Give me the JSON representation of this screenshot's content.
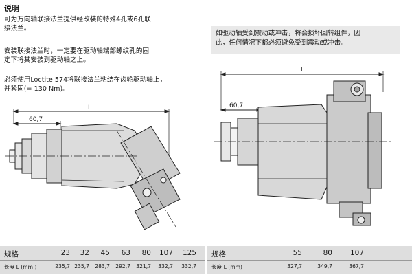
{
  "heading": "说明",
  "paragraphs": [
    [
      "可为万向轴联接法兰提供经改装的特殊4孔或6孔联",
      "接法兰。"
    ],
    [
      "安装联接法兰时，一定要在驱动轴端部螺纹孔的固",
      "定下将其安装到驱动轴之上。"
    ],
    [
      "必须使用Loctite 574将联接法兰粘结在齿轮驱动轴上，",
      "并紧固(= 130 Nm)。"
    ]
  ],
  "notice_lines": [
    "如驱动轴受到震动或冲击，将会损坏回转组件，因",
    "此，任何情况下都必须避免受到震动或冲击。"
  ],
  "left_drawing": {
    "dim_flange": "60,7",
    "dim_length": "L"
  },
  "right_drawing": {
    "dim_flange": "60,7",
    "dim_length": "L"
  },
  "left_table": {
    "size_label": "规格",
    "length_label": "长度 L (mm )",
    "sizes": [
      "23",
      "32",
      "45",
      "63",
      "80",
      "107",
      "125"
    ],
    "lengths": [
      "235,7",
      "235,7",
      "283,7",
      "292,7",
      "321,7",
      "332,7",
      "332,7"
    ]
  },
  "right_table": {
    "size_label": "规格",
    "length_label": "长度 L (mm)",
    "sizes": [
      "55",
      "80",
      "107"
    ],
    "lengths": [
      "327,7",
      "349,7",
      "367,7"
    ]
  }
}
